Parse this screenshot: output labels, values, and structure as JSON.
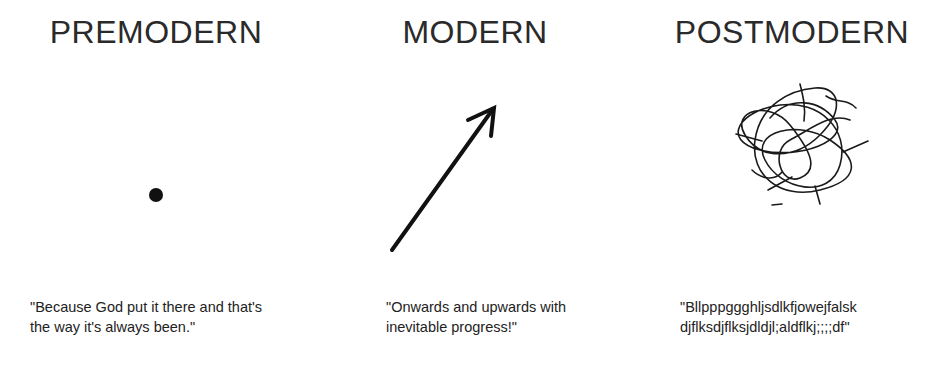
{
  "diagram": {
    "labels": [
      "PREMODERN",
      "MODERN",
      "POSTMODERN",
      "\"Because God put it there and that's the way it's always been.\"",
      "\"Onwards and upwards with inevitable progress!\"",
      "\"Bllpppggghljsdlkfjowejfalsk djflksdjflksjdldjl;aldflkj;;;;df\""
    ]
  }
}
